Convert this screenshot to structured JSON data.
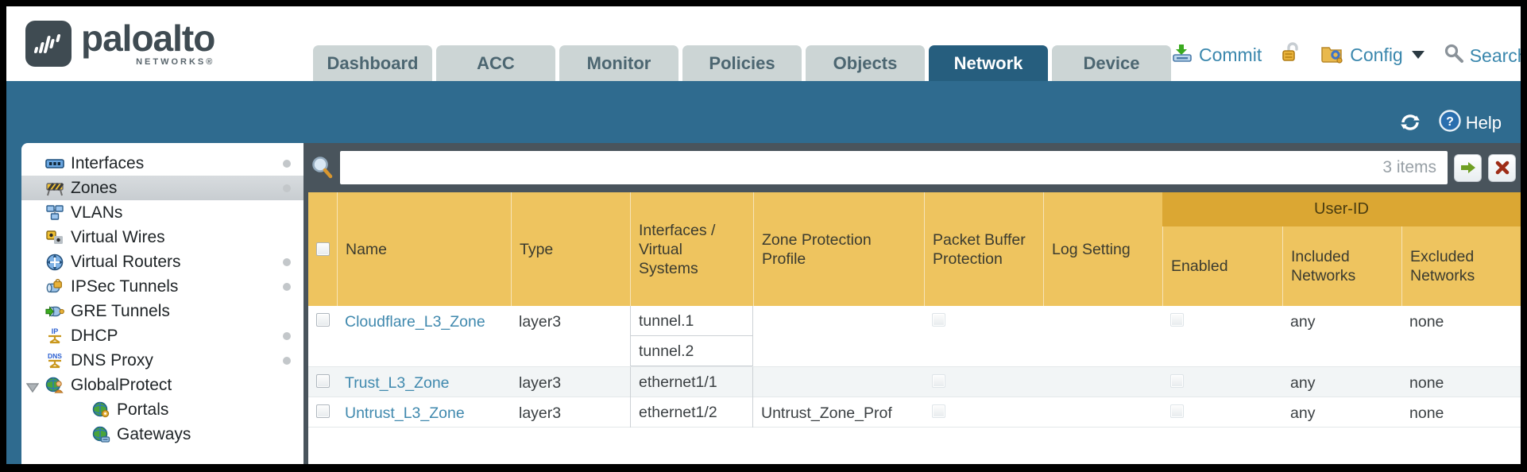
{
  "header": {
    "logo": {
      "brand": "paloalto",
      "sub": "NETWORKS®"
    },
    "tabs": [
      {
        "label": "Dashboard",
        "active": false
      },
      {
        "label": "ACC",
        "active": false
      },
      {
        "label": "Monitor",
        "active": false
      },
      {
        "label": "Policies",
        "active": false
      },
      {
        "label": "Objects",
        "active": false
      },
      {
        "label": "Network",
        "active": true
      },
      {
        "label": "Device",
        "active": false
      }
    ],
    "utilities": {
      "commit": "Commit",
      "config": "Config",
      "search": "Search"
    }
  },
  "toolbar": {
    "help": "Help"
  },
  "sidebar": {
    "items": [
      {
        "label": "Interfaces",
        "dot": true
      },
      {
        "label": "Zones",
        "dot": true,
        "selected": true
      },
      {
        "label": "VLANs"
      },
      {
        "label": "Virtual Wires"
      },
      {
        "label": "Virtual Routers",
        "dot": true
      },
      {
        "label": "IPSec Tunnels",
        "dot": true
      },
      {
        "label": "GRE Tunnels"
      },
      {
        "label": "DHCP",
        "dot": true
      },
      {
        "label": "DNS Proxy",
        "dot": true
      },
      {
        "label": "GlobalProtect",
        "expanded": true
      },
      {
        "label": "Portals",
        "child": true
      },
      {
        "label": "Gateways",
        "child": true
      }
    ]
  },
  "filter": {
    "count": "3 items",
    "query": ""
  },
  "table": {
    "group_header": "User-ID",
    "columns": {
      "name": "Name",
      "type": "Type",
      "interfaces": "Interfaces / Virtual Systems",
      "zone_protection": "Zone Protection Profile",
      "packet_buffer": "Packet Buffer Protection",
      "log_setting": "Log Setting",
      "enabled": "Enabled",
      "included": "Included Networks",
      "excluded": "Excluded Networks"
    },
    "rows": [
      {
        "name": "Cloudflare_L3_Zone",
        "type": "layer3",
        "interfaces": [
          "tunnel.1",
          "tunnel.2"
        ],
        "zone_protection": "",
        "log_setting": "",
        "included": "any",
        "excluded": "none"
      },
      {
        "name": "Trust_L3_Zone",
        "type": "layer3",
        "interfaces": [
          "ethernet1/1"
        ],
        "zone_protection": "",
        "log_setting": "",
        "included": "any",
        "excluded": "none"
      },
      {
        "name": "Untrust_L3_Zone",
        "type": "layer3",
        "interfaces": [
          "ethernet1/2"
        ],
        "zone_protection": "Untrust_Zone_Prof",
        "log_setting": "",
        "included": "any",
        "excluded": "none"
      }
    ]
  },
  "colors": {
    "teal_band": "#2f6b8f",
    "active_tab": "#265e7e",
    "header_gold": "#eec45f",
    "userid_band": "#dba733",
    "filter_slate": "#49545c",
    "link_blue": "#4089ae",
    "alt_row": "#f2f5f6"
  }
}
